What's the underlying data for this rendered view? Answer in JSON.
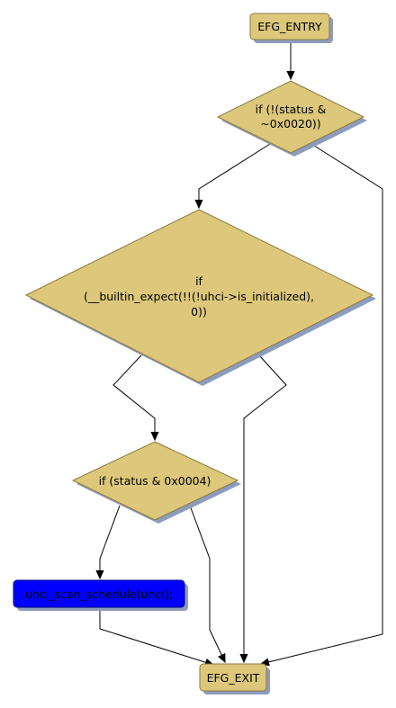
{
  "diagram": {
    "nodes": {
      "entry": {
        "label": "EFG_ENTRY",
        "shape": "box",
        "fill": "#dcc77b"
      },
      "cond1": {
        "lines": [
          "if (!(status &",
          "~0x0020))"
        ],
        "shape": "diamond",
        "fill": "#dcc77b"
      },
      "cond2": {
        "lines": [
          "if",
          "(__builtin_expect(!!(!uhci->is_initialized),",
          "0))"
        ],
        "shape": "diamond",
        "fill": "#dcc77b"
      },
      "cond3": {
        "lines": [
          "if (status & 0x0004)"
        ],
        "shape": "diamond",
        "fill": "#dcc77b"
      },
      "call": {
        "label": "uhci_scan_schedule(uhci);",
        "shape": "box",
        "fill": "#0000ff"
      },
      "exit": {
        "label": "EFG_EXIT",
        "shape": "box",
        "fill": "#dcc77b"
      }
    },
    "edges": [
      {
        "from": "entry",
        "to": "cond1"
      },
      {
        "from": "cond1",
        "to": "cond2"
      },
      {
        "from": "cond1",
        "to": "exit"
      },
      {
        "from": "cond2",
        "to": "cond3"
      },
      {
        "from": "cond2",
        "to": "exit"
      },
      {
        "from": "cond3",
        "to": "call"
      },
      {
        "from": "cond3",
        "to": "exit"
      },
      {
        "from": "call",
        "to": "exit"
      }
    ],
    "colors": {
      "node": "#dcc77b",
      "node_border": "#8a7a3c",
      "shadow": "#8f9bbd",
      "highlight": "#0000ff",
      "edge": "#000000"
    }
  }
}
